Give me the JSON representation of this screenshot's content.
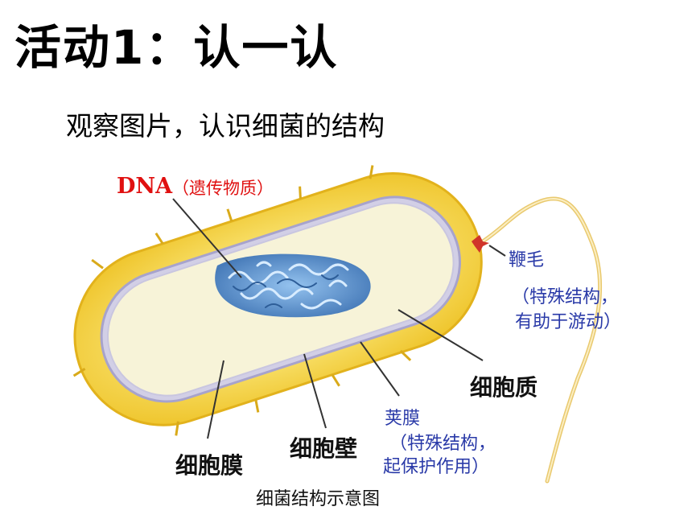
{
  "title": "活动1：认一认",
  "subtitle": "观察图片，认识细菌的结构",
  "labels": {
    "dna": "DNA",
    "dna_note": "（遗传物质）",
    "flagellum": "鞭毛",
    "flagellum_note_1": "（特殊结构，",
    "flagellum_note_2": "有助于游动）",
    "cytoplasm": "细胞质",
    "capsule": "荚膜",
    "capsule_note_1": "（特殊结构，",
    "capsule_note_2": "起保护作用）",
    "cell_membrane": "细胞膜",
    "cell_wall": "细胞壁"
  },
  "caption": "细菌结构示意图",
  "colors": {
    "capsule": "#f3d23c",
    "capsule_edge": "#e6b520",
    "wall": "#b9b6d6",
    "cytoplasm": "#f7f3d8",
    "dna": "#4f86c8",
    "dna_label": "#e01010",
    "blue_label": "#2a3aa8",
    "flagellum": "#efd590"
  }
}
